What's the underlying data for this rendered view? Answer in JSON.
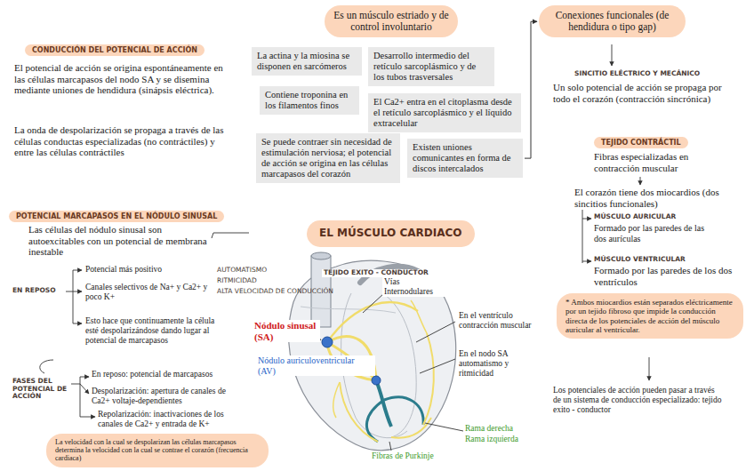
{
  "diagram": {
    "title": "EL MÚSCULO CARDIACO",
    "nodes": [
      {
        "text": [
          "Es un músculo estriado y de control involuntario"
        ]
      },
      {
        "text": [
          "La actina y la miosina se disponen en sarcómeros"
        ]
      },
      {
        "text": [
          "Desarrollo intermedio del retículo sarcoplásmico y de los tubos trasversales"
        ]
      },
      {
        "text": [
          "Contiene troponina en los filamentos finos"
        ]
      },
      {
        "text": [
          "El Ca2+ entra en el citoplasma desde el retículo sarcoplásmico y el líquido extracelular"
        ]
      },
      {
        "text": [
          "Se puede contraer sin necesidad de estimulación nerviosa; el potencial de acción se origina en las células marcapasos del corazón"
        ]
      },
      {
        "text": [
          "Existen uniones comunicantes en forma de discos intercalados"
        ]
      },
      {
        "text": [
          "Conexiones funcionales (de hendidura o tipo gap)"
        ]
      },
      {
        "text": [
          "CONDUCCIÓN DEL POTENCIAL DE ACCIÓN"
        ]
      },
      {
        "text": [
          "POTENCIAL MARCAPASOS EN EL NÓDULO SINUSAL"
        ]
      },
      {
        "text": [
          "TEJIDO CONTRÁCTIL"
        ]
      },
      {
        "text": [
          "* Ambos miocardios están separados eléctricamente por un tejido fibroso que impide la conducción directa de los potenciales de acción del músculo auricular al ventricular."
        ]
      },
      {
        "text": [
          "La velocidad con la cual se despolarizan las células marcapasos determina la velocidad con la cual se contrae el corazón (frecuencia cardiaca)"
        ]
      }
    ],
    "edges": [
      {
        "from": 6,
        "to": 7,
        "arrow": "to"
      }
    ],
    "labels": [
      "El potencial de acción se origina espontáneamente en las células marcapasos del nodo SA y se disemina mediante uniones de hendidura (sinápsis eléctrica).",
      "La onda de despolarización se propaga a través de las células conductas especializadas (no contráctiles) y entre las células contráctiles",
      "Las células del nódulo sinusal son autoexcitables con un potencial de membrana inestable",
      "EN REPOSO",
      "Potencial más positivo",
      "Canales selectivos de Na+ y Ca2+ y poco K+",
      "Esto hace que continuamente la célula esté despolarizándose dando lugar al potencial de marcapasos",
      "FASES DEL POTENCIAL DE ACCIÓN",
      "En reposo: potencial de marcapasos",
      "Despolarización: apertura de canales de Ca2+ voltaje-dependientes",
      "Repolarización: inactivaciones de los canales de Ca2+ y entrada de K+",
      "AUTOMATISMO",
      "RITMICIDAD",
      "ALTA VELOCIDAD DE CONDUCCIÓN",
      "TEJIDO EXITO - CONDUCTOR",
      "Vías Internodulares",
      "Nódulo sinusal (SA)",
      "Nódulo auriculoventricular (AV)",
      "En el ventrículo contracción muscular",
      "En el nodo SA automatismo y ritmicidad",
      "Rama derecha",
      "Rama izquierda",
      "Fibras de Purkinje",
      "SINCITIO ELÉCTRICO Y MECÁNICO",
      "Un solo potencial de acción se propaga por todo el corazón (contracción sincrónica)",
      "Fibras especializadas en contracción muscular",
      "El corazón tiene dos miocardios (dos sincitios funcionales)",
      "MÚSCULO AURICULAR",
      "Formado por las paredes de las dos aurículas",
      "MÚSCULO VENTRICULAR",
      "Formado por las paredes de los dos ventrículos",
      "Los potenciales de acción pueden pasar a través de un sistema de conducción especializado: tejido exito - conductor"
    ]
  }
}
